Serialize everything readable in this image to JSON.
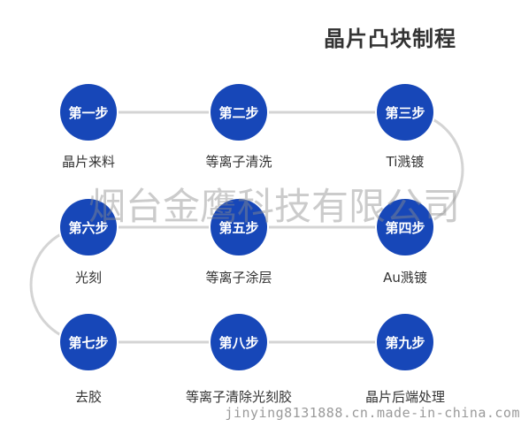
{
  "title": "晶片凸块制程",
  "steps": [
    {
      "badge": "第一步",
      "label": "晶片来料"
    },
    {
      "badge": "第二步",
      "label": "等离子清洗"
    },
    {
      "badge": "第三步",
      "label": "Ti溅镀"
    },
    {
      "badge": "第四步",
      "label": "Au溅镀"
    },
    {
      "badge": "第五步",
      "label": "等离子涂层"
    },
    {
      "badge": "第六步",
      "label": "光刻"
    },
    {
      "badge": "第七步",
      "label": "去胶"
    },
    {
      "badge": "第八步",
      "label": "等离子清除光刻胶"
    },
    {
      "badge": "第九步",
      "label": "晶片后端处理"
    }
  ],
  "watermark": "烟台金鹰科技有限公司",
  "footer": "jinying8131888.cn.made-in-china.com",
  "colors": {
    "node": "#1747b8",
    "connector": "#d4d4d4"
  }
}
